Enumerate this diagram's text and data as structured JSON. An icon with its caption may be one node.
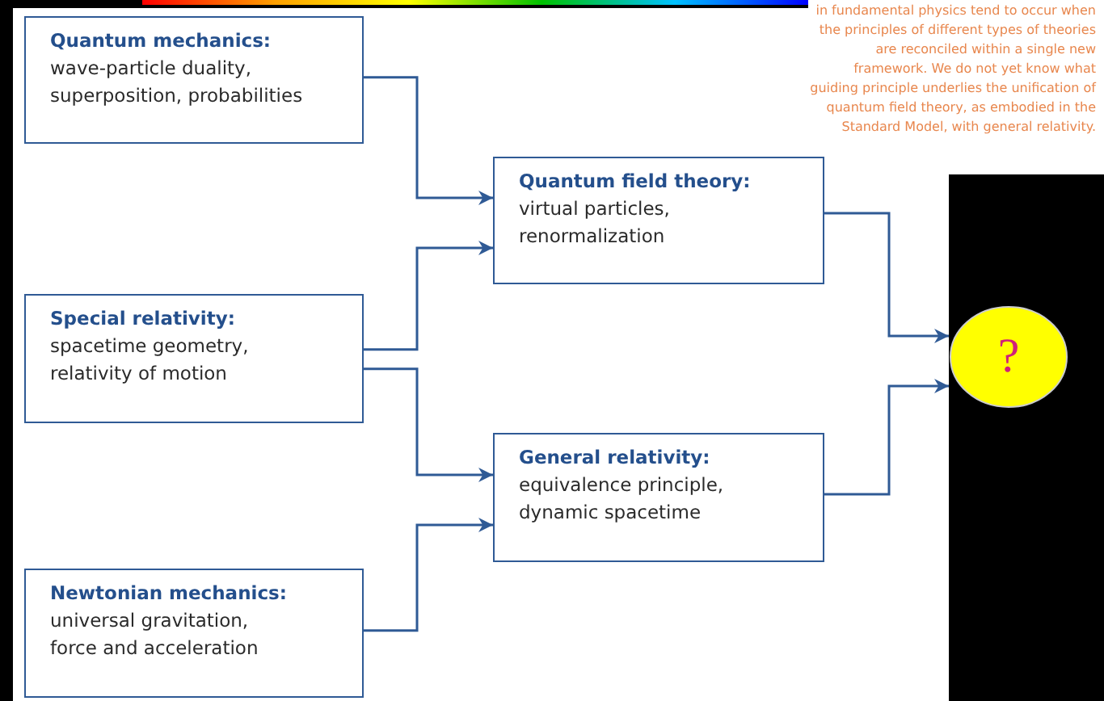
{
  "diagram": {
    "nodes": [
      {
        "text": [
          "Quantum mechanics:",
          "wave-particle duality, superposition, probabilities"
        ]
      },
      {
        "text": [
          "Special relativity:",
          "spacetime geometry, relativity of motion"
        ]
      },
      {
        "text": [
          "Newtonian mechanics:",
          "universal gravitation, force and acceleration"
        ]
      },
      {
        "text": [
          "Quantum field theory:",
          "virtual particles, renormalization"
        ]
      },
      {
        "text": [
          "General relativity:",
          "equivalence principle, dynamic spacetime"
        ]
      },
      {
        "text": [
          "?"
        ]
      }
    ],
    "edges": [
      {
        "from": 0,
        "to": 3,
        "arrow": "to"
      },
      {
        "from": 1,
        "to": 3,
        "arrow": "to"
      },
      {
        "from": 1,
        "to": 4,
        "arrow": "to"
      },
      {
        "from": 2,
        "to": 4,
        "arrow": "to"
      },
      {
        "from": 3,
        "to": 5,
        "arrow": "to"
      },
      {
        "from": 4,
        "to": 5,
        "arrow": "to"
      }
    ],
    "labels": [
      "in fundamental physics tend to occur when the principles of different types of theories are reconciled within a single new framework. We do not yet know what guiding principle underlies the unification of quantum field theory, as embodied in the Standard Model, with general relativity."
    ]
  }
}
